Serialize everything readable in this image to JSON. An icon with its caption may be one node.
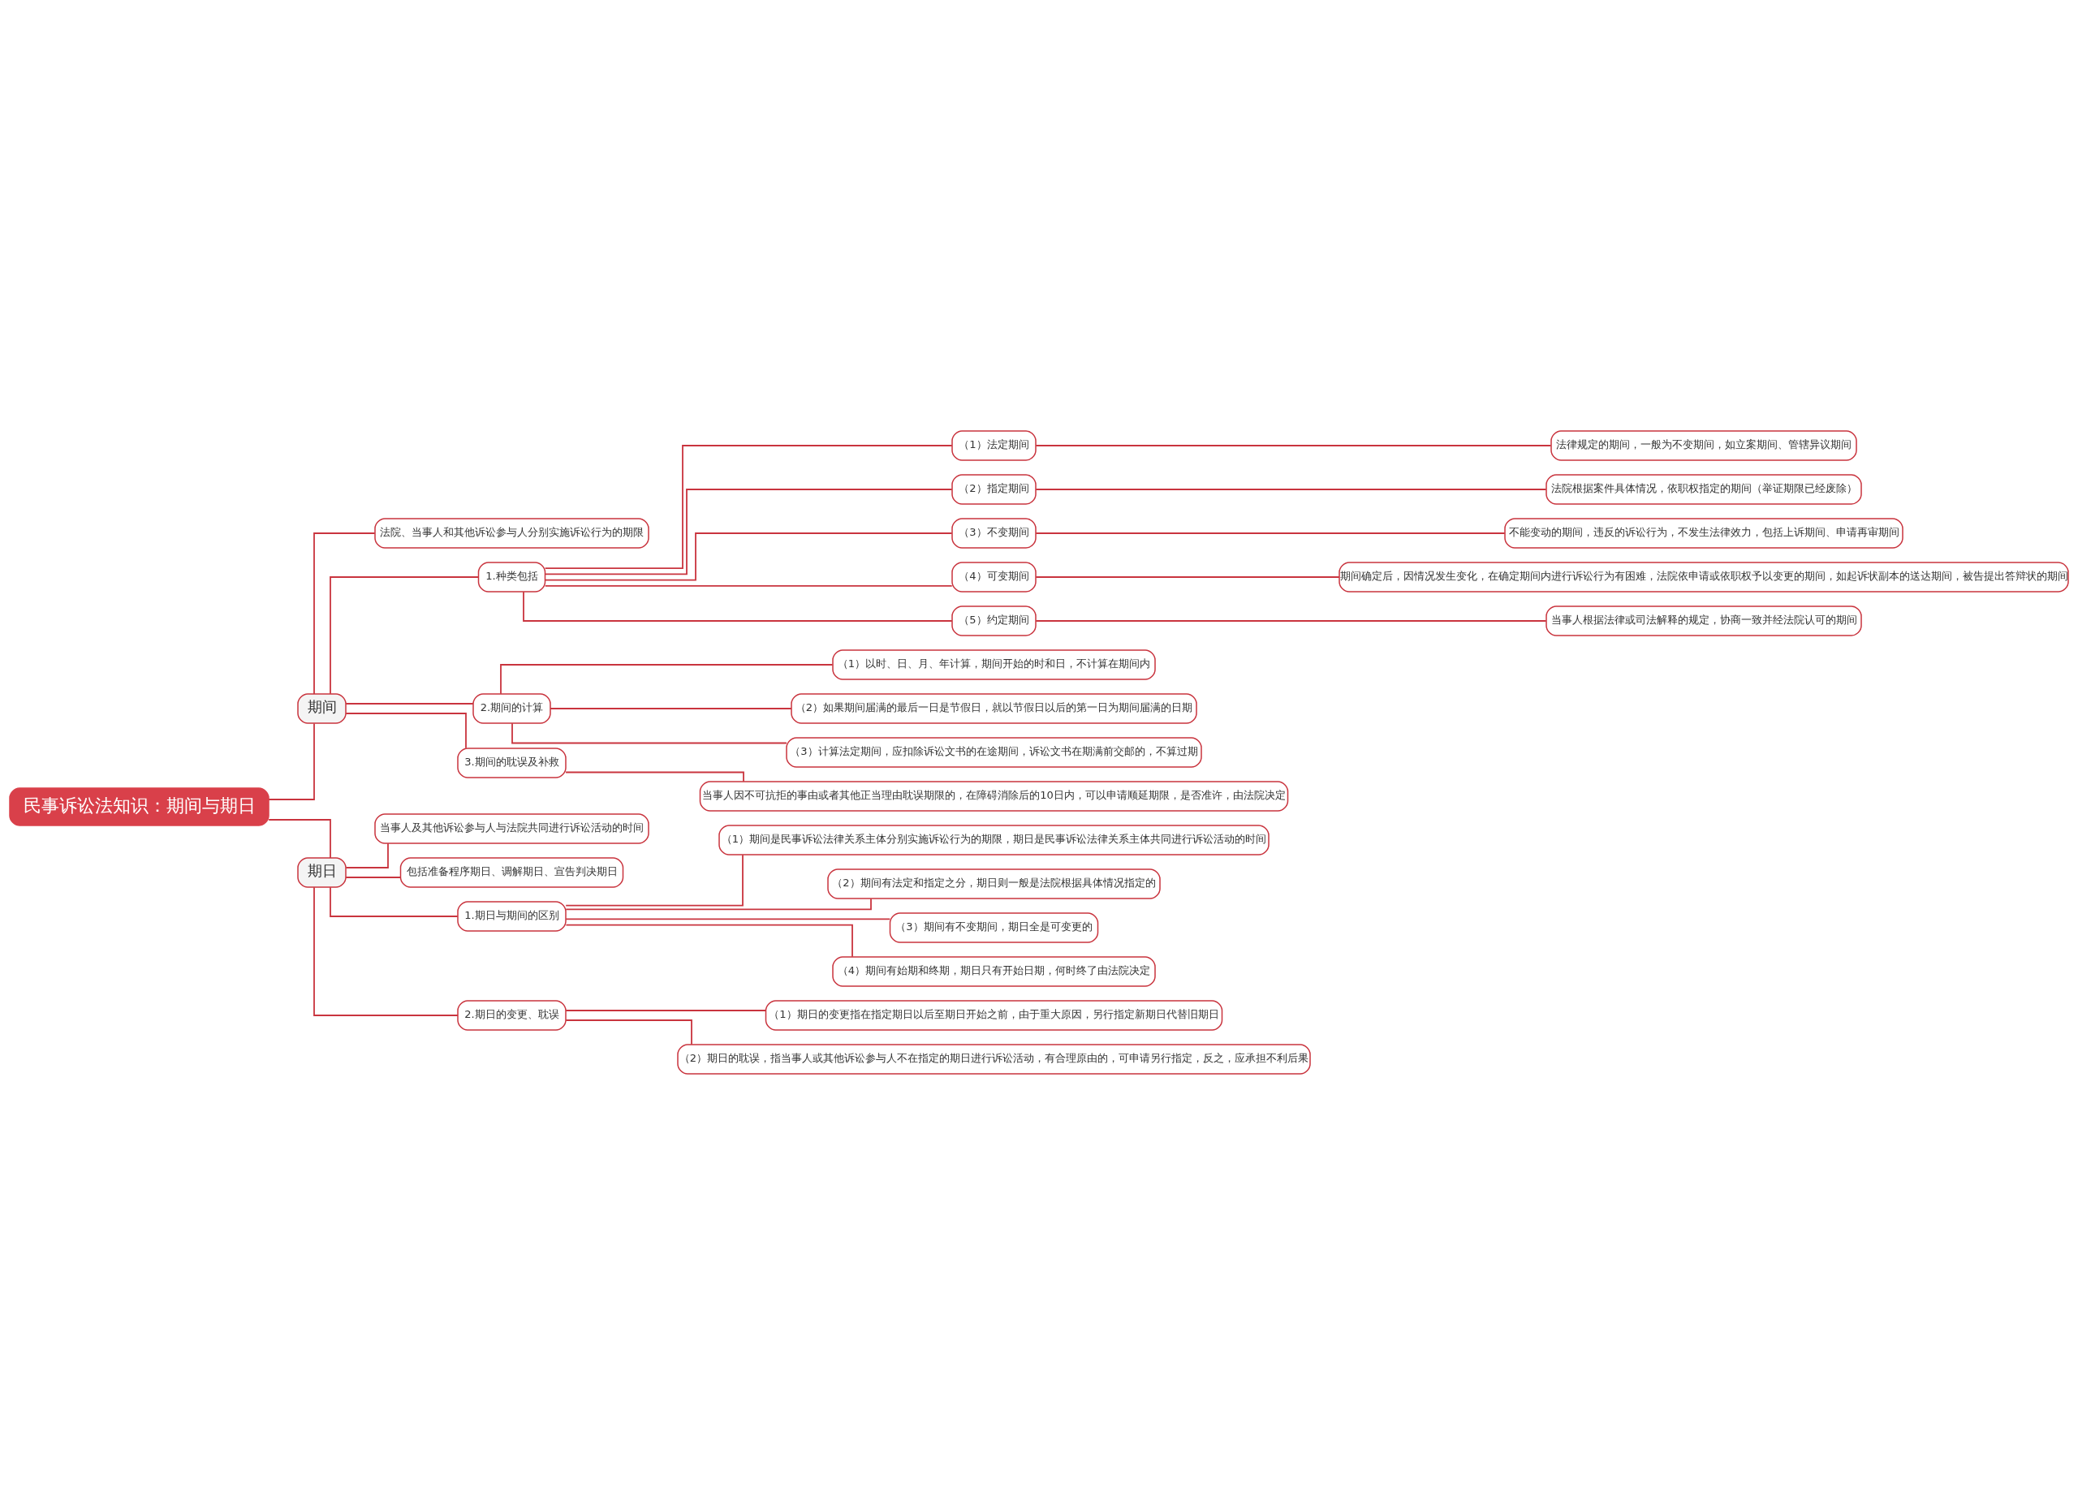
{
  "diagram": {
    "nodes": [
      {
        "text": [
          "民事诉讼法知识：期间与期日"
        ]
      },
      {
        "text": [
          "期间"
        ]
      },
      {
        "text": [
          "法院、当事人和其他诉讼参与人分别实施诉讼行为的期限"
        ]
      },
      {
        "text": [
          "1.种类包括"
        ]
      },
      {
        "text": [
          "（1）法定期间"
        ]
      },
      {
        "text": [
          "法律规定的期间，一般为不变期间，如立案期间、管辖异议期间"
        ]
      },
      {
        "text": [
          "（2）指定期间"
        ]
      },
      {
        "text": [
          "法院根据案件具体情况，依职权指定的期间（举证期限已经废除）"
        ]
      },
      {
        "text": [
          "（3）不变期间"
        ]
      },
      {
        "text": [
          "不能变动的期间，违反的诉讼行为，不发生法律效力，包括上诉期间、申请再审期间"
        ]
      },
      {
        "text": [
          "（4）可变期间"
        ]
      },
      {
        "text": [
          "期间确定后，因情况发生变化，在确定期间内进行诉讼行为有困难，法院依申请或依职权予以变更的期间，如起诉状副本的送达期间，被告提出答辩状的期间"
        ]
      },
      {
        "text": [
          "（5）约定期间"
        ]
      },
      {
        "text": [
          "当事人根据法律或司法解释的规定，协商一致并经法院认可的期间"
        ]
      },
      {
        "text": [
          "2.期间的计算"
        ]
      },
      {
        "text": [
          "（1）以时、日、月、年计算，期间开始的时和日，不计算在期间内"
        ]
      },
      {
        "text": [
          "（2）如果期间届满的最后一日是节假日，就以节假日以后的第一日为期间届满的日期"
        ]
      },
      {
        "text": [
          "（3）计算法定期间，应扣除诉讼文书的在途期间，诉讼文书在期满前交邮的，不算过期"
        ]
      },
      {
        "text": [
          "3.期间的耽误及补救"
        ]
      },
      {
        "text": [
          "当事人因不可抗拒的事由或者其他正当理由耽误期限的，在障碍消除后的10日内，可以申请顺延期限，是否准许，由法院决定"
        ]
      },
      {
        "text": [
          "期日"
        ]
      },
      {
        "text": [
          "当事人及其他诉讼参与人与法院共同进行诉讼活动的时间"
        ]
      },
      {
        "text": [
          "包括准备程序期日、调解期日、宣告判决期日"
        ]
      },
      {
        "text": [
          "1.期日与期间的区别"
        ]
      },
      {
        "text": [
          "（1）期间是民事诉讼法律关系主体分别实施诉讼行为的期限，期日是民事诉讼法律关系主体共同进行诉讼活动的时间"
        ]
      },
      {
        "text": [
          "（2）期间有法定和指定之分，期日则一般是法院根据具体情况指定的"
        ]
      },
      {
        "text": [
          "（3）期间有不变期间，期日全是可变更的"
        ]
      },
      {
        "text": [
          "（4）期间有始期和终期，期日只有开始日期，何时终了由法院决定"
        ]
      },
      {
        "text": [
          "2.期日的变更、耽误"
        ]
      },
      {
        "text": [
          "（1）期日的变更指在指定期日以后至期日开始之前，由于重大原因，另行指定新期日代替旧期日"
        ]
      },
      {
        "text": [
          "（2）期日的耽误，指当事人或其他诉讼参与人不在指定的期日进行诉讼活动，有合理原由的，可申请另行指定，反之，应承担不利后果"
        ]
      }
    ],
    "edges": [
      {
        "from": 0,
        "to": 1,
        "arrow": "none"
      },
      {
        "from": 1,
        "to": 2,
        "arrow": "none"
      },
      {
        "from": 1,
        "to": 3,
        "arrow": "none"
      },
      {
        "from": 3,
        "to": 4,
        "arrow": "none"
      },
      {
        "from": 4,
        "to": 5,
        "arrow": "none"
      },
      {
        "from": 3,
        "to": 6,
        "arrow": "none"
      },
      {
        "from": 6,
        "to": 7,
        "arrow": "none"
      },
      {
        "from": 3,
        "to": 8,
        "arrow": "none"
      },
      {
        "from": 8,
        "to": 9,
        "arrow": "none"
      },
      {
        "from": 3,
        "to": 10,
        "arrow": "none"
      },
      {
        "from": 10,
        "to": 11,
        "arrow": "none"
      },
      {
        "from": 3,
        "to": 12,
        "arrow": "none"
      },
      {
        "from": 12,
        "to": 13,
        "arrow": "none"
      },
      {
        "from": 1,
        "to": 14,
        "arrow": "none"
      },
      {
        "from": 14,
        "to": 15,
        "arrow": "none"
      },
      {
        "from": 14,
        "to": 16,
        "arrow": "none"
      },
      {
        "from": 14,
        "to": 17,
        "arrow": "none"
      },
      {
        "from": 1,
        "to": 18,
        "arrow": "none"
      },
      {
        "from": 18,
        "to": 19,
        "arrow": "none"
      },
      {
        "from": 0,
        "to": 20,
        "arrow": "none"
      },
      {
        "from": 20,
        "to": 21,
        "arrow": "none"
      },
      {
        "from": 20,
        "to": 22,
        "arrow": "none"
      },
      {
        "from": 20,
        "to": 23,
        "arrow": "none"
      },
      {
        "from": 23,
        "to": 24,
        "arrow": "none"
      },
      {
        "from": 23,
        "to": 25,
        "arrow": "none"
      },
      {
        "from": 23,
        "to": 26,
        "arrow": "none"
      },
      {
        "from": 23,
        "to": 27,
        "arrow": "none"
      },
      {
        "from": 20,
        "to": 28,
        "arrow": "none"
      },
      {
        "from": 28,
        "to": 29,
        "arrow": "none"
      },
      {
        "from": 28,
        "to": 30,
        "arrow": "none"
      }
    ]
  }
}
